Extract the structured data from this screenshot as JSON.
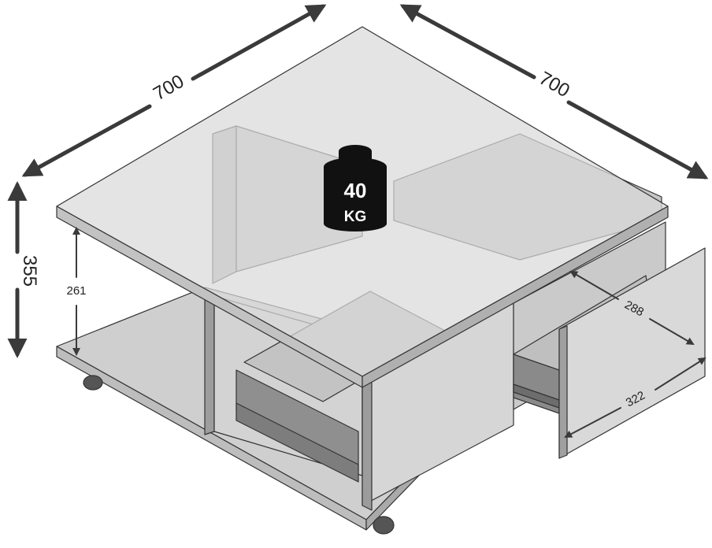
{
  "dimensions": {
    "width_left": "700",
    "width_right": "700",
    "total_height": "355",
    "inner_height": "261",
    "drawer_depth": "288",
    "drawer_width": "322"
  },
  "weight_badge": {
    "value": "40",
    "unit": "KG"
  },
  "colors": {
    "panel_light": "#d8d8d8",
    "panel_mid": "#c4c4c4",
    "panel_dark": "#a8a8a8",
    "outline": "#333333",
    "arrow": "#3a3a3a",
    "badge": "#111111"
  }
}
